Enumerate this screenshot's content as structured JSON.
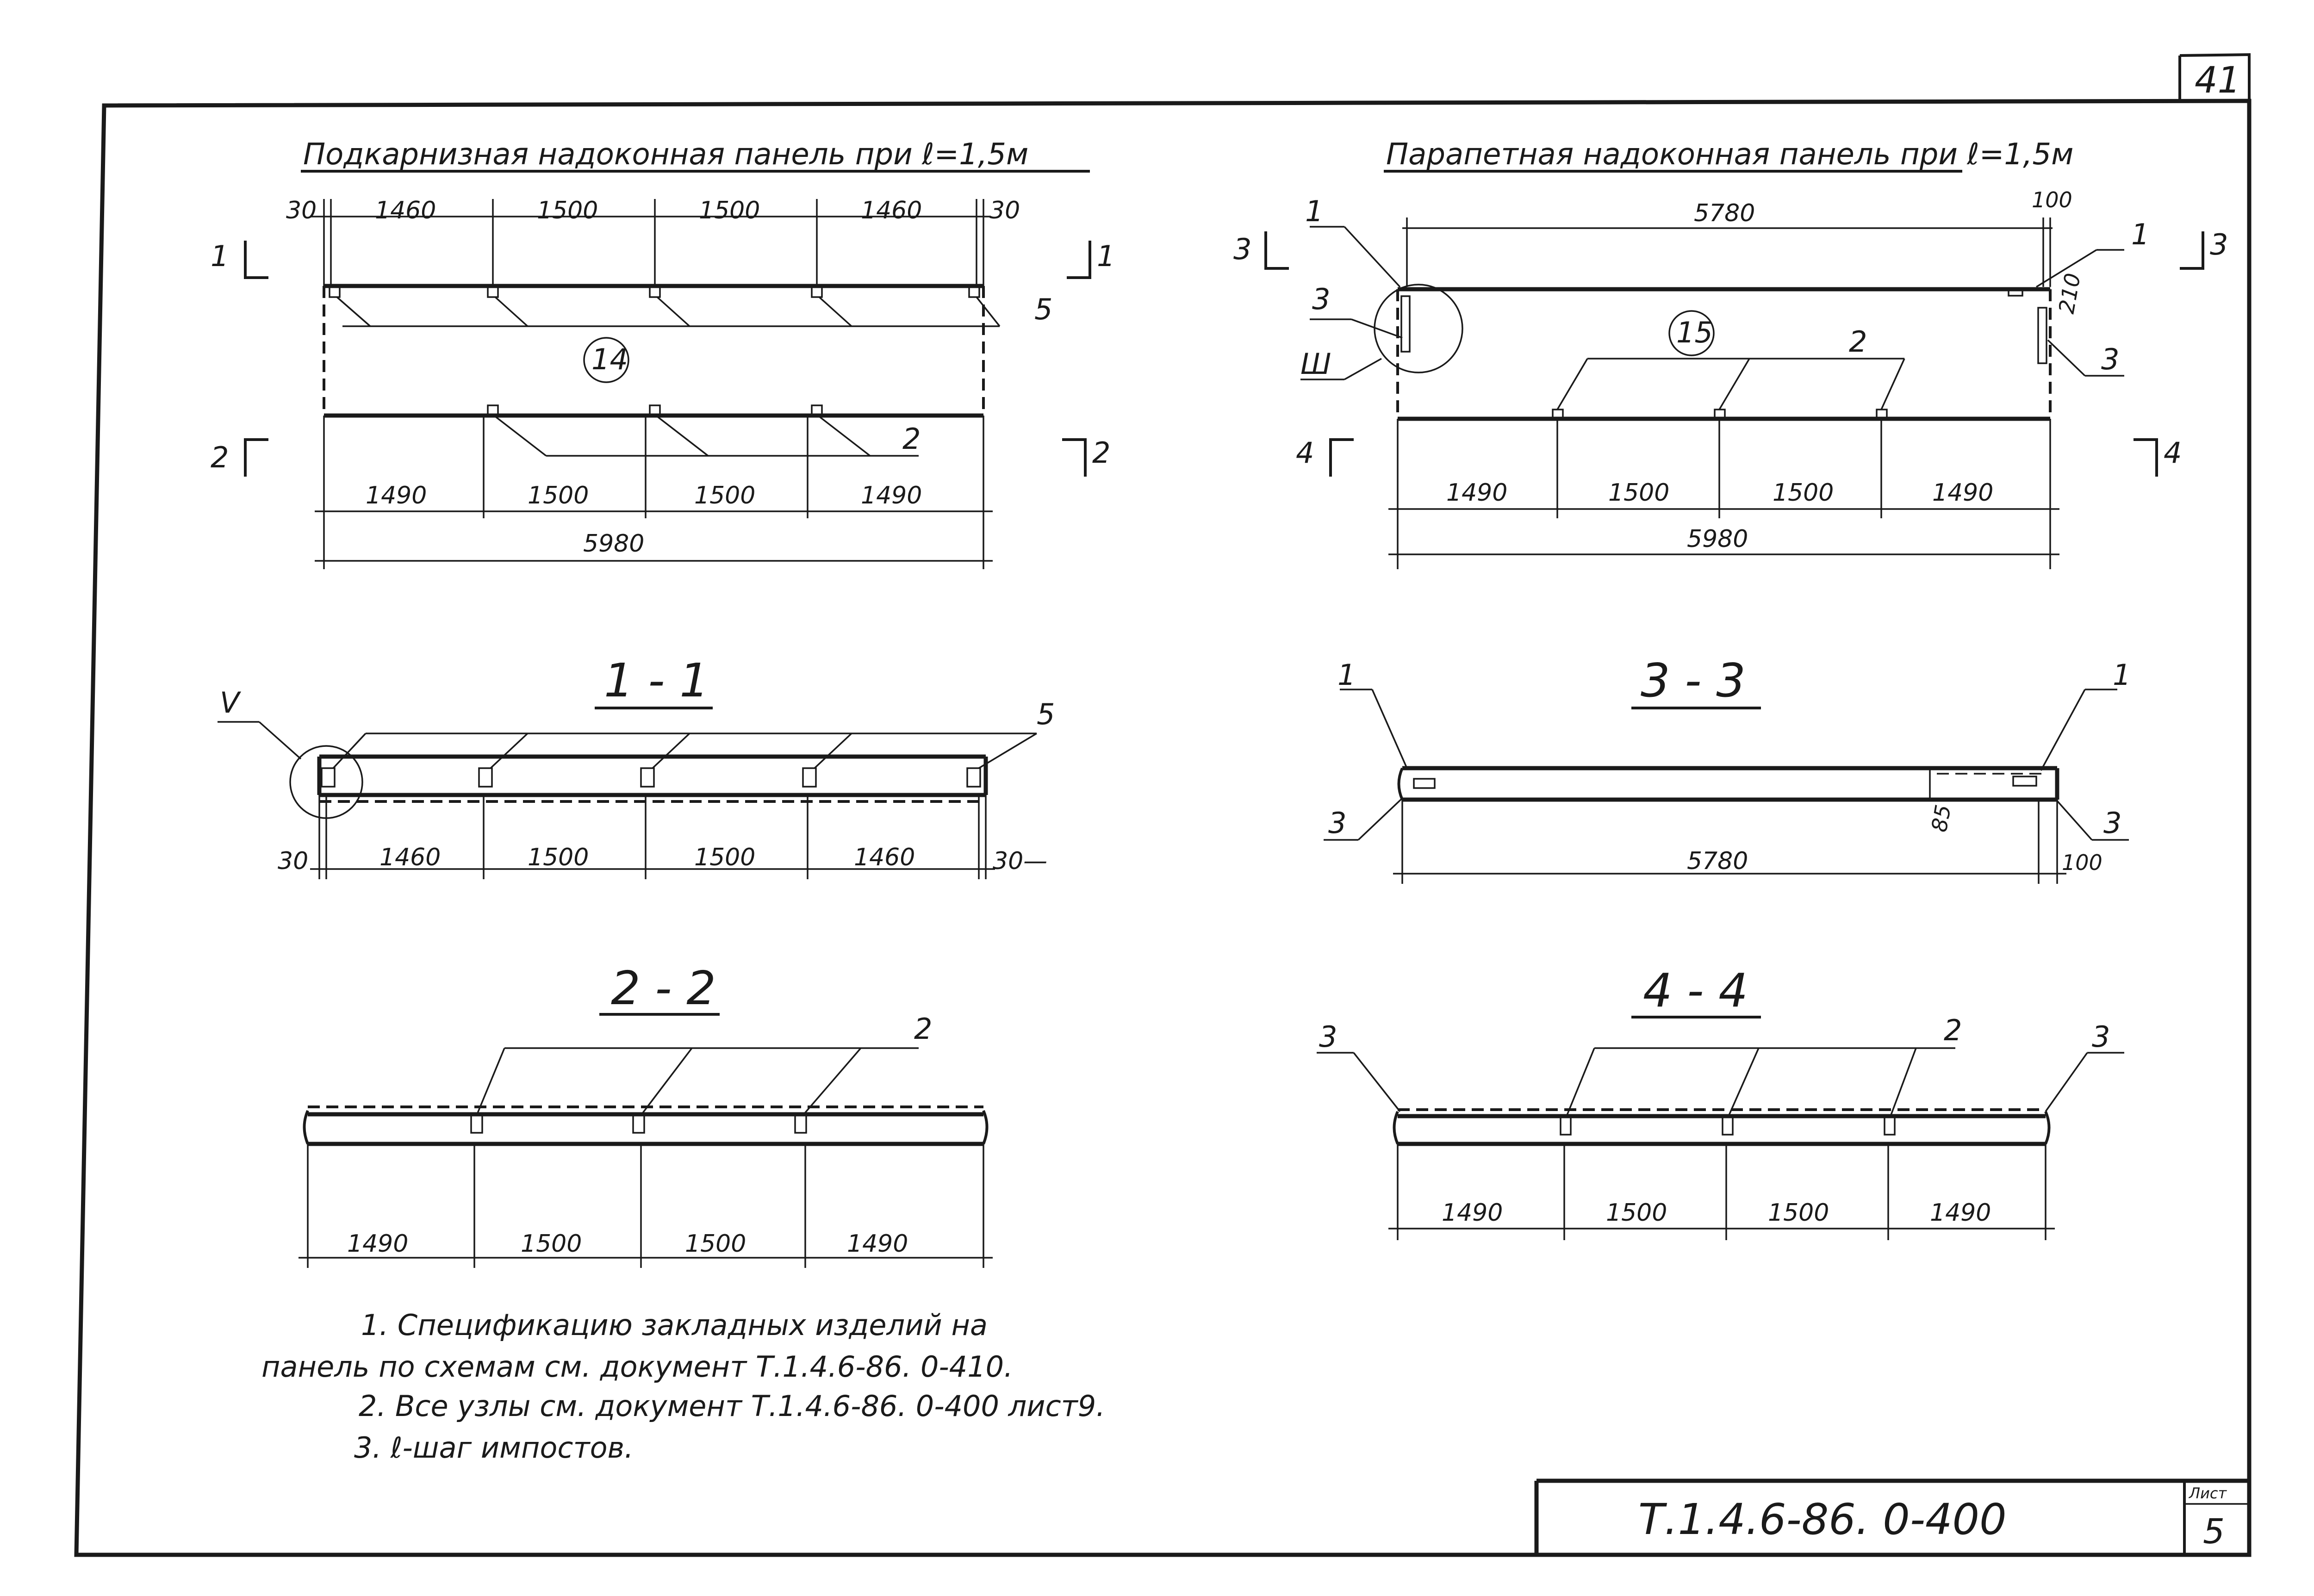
{
  "page_number": "41",
  "left_panel": {
    "title": "Подкарнизная надоконная панель при ℓ=1,5м",
    "mark": "14",
    "top_dims": [
      "30",
      "1460",
      "1500",
      "1500",
      "1460",
      "30"
    ],
    "bottom_dims": [
      "1490",
      "1500",
      "1500",
      "1490"
    ],
    "total_dim": "5980",
    "cut_1": "1",
    "cut_2": "2",
    "leader_5": "5",
    "leader_2": "2"
  },
  "right_panel": {
    "title": "Парапетная надоконная панель при ℓ=1,5м",
    "mark": "15",
    "top_dim": "5780",
    "dim_100": "100",
    "dim_210": "210",
    "bottom_dims": [
      "1490",
      "1500",
      "1500",
      "1490"
    ],
    "total_dim": "5980",
    "cut_3": "3",
    "cut_4": "4",
    "node_3": "Ш",
    "leader_1": "1",
    "leader_2": "2",
    "leader_3": "3"
  },
  "section_1_1": {
    "title": "1 - 1",
    "node_v": "V",
    "leader_5": "5",
    "dims": [
      "30",
      "1460",
      "1500",
      "1500",
      "1460",
      "30—"
    ]
  },
  "section_2_2": {
    "title": "2 - 2",
    "leader_2": "2",
    "dims": [
      "1490",
      "1500",
      "1500",
      "1490"
    ]
  },
  "section_3_3": {
    "title": "3 - 3",
    "leader_1": "1",
    "leader_3": "3",
    "dim_main": "5780",
    "dim_100": "100",
    "dim_85": "85"
  },
  "section_4_4": {
    "title": "4 - 4",
    "leader_3": "3",
    "leader_2": "2",
    "dims": [
      "1490",
      "1500",
      "1500",
      "1490"
    ]
  },
  "notes": [
    "1. Спецификацию закладных изделий на",
    "панель по схемам см. документ Т.1.4.6-86. 0-410.",
    "2. Все узлы см. документ Т.1.4.6-86. 0-400 лист9.",
    "3. ℓ-шаг импостов."
  ],
  "title_block": {
    "code": "Т.1.4.6-86. 0-400",
    "sheet_label": "Лист",
    "sheet_number": "5"
  }
}
